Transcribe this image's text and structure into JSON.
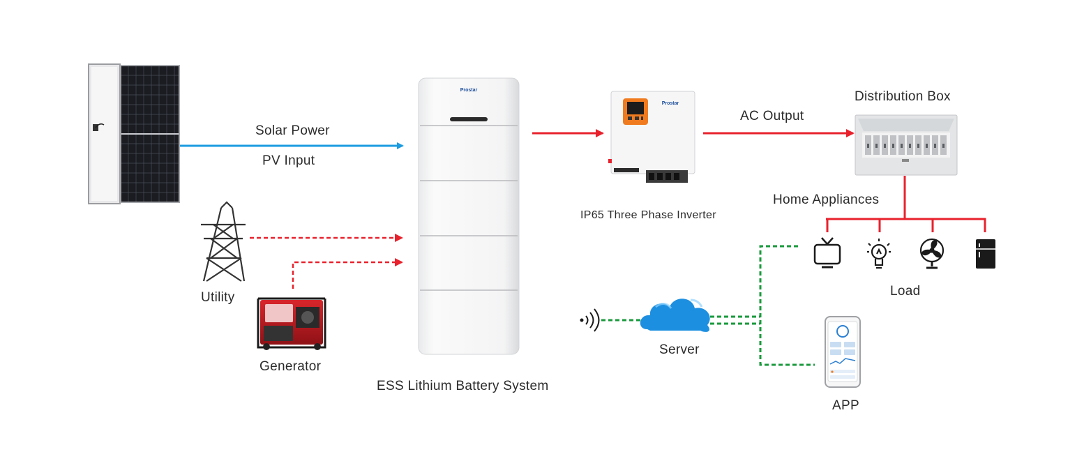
{
  "labels": {
    "solar_power": "Solar Power",
    "pv_input": "PV Input",
    "utility": "Utility",
    "generator": "Generator",
    "battery": "ESS Lithium Battery System",
    "inverter": "IP65 Three Phase Inverter",
    "ac_output": "AC Output",
    "distribution_box": "Distribution Box",
    "home_appliances": "Home Appliances",
    "load": "Load",
    "server": "Server",
    "app": "APP"
  },
  "logos": {
    "battery_brand": "Prostar",
    "inverter_brand": "Prostar"
  },
  "colors": {
    "solar_line": "#1b9be0",
    "power_line": "#e8222d",
    "comm_line": "#1a9a3c",
    "cloud": "#1d8fe0"
  },
  "icons": [
    "solar-panel-icon",
    "utility-tower-icon",
    "generator-icon",
    "battery-cabinet-icon",
    "inverter-icon",
    "distribution-box-icon",
    "tv-icon",
    "bulb-icon",
    "fan-icon",
    "fridge-icon",
    "wifi-signal-icon",
    "cloud-icon",
    "phone-app-icon"
  ]
}
